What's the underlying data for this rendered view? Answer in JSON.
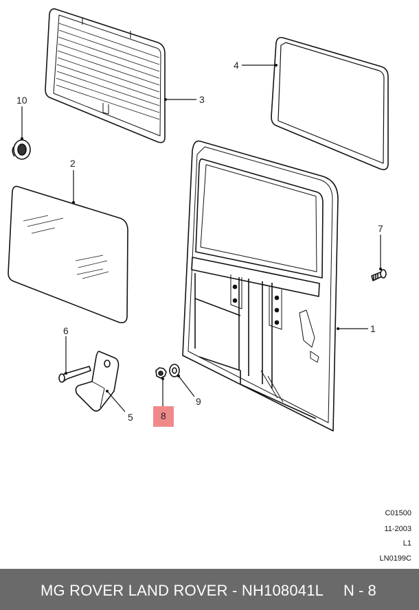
{
  "callouts": {
    "c1": "1",
    "c2": "2",
    "c3": "3",
    "c4": "4",
    "c5": "5",
    "c6": "6",
    "c7": "7",
    "c8": "8",
    "c9": "9",
    "c10": "10"
  },
  "highlighted_callout": "8",
  "highlight_color": "#f08a8a",
  "drawing_codes": {
    "code": "C01500",
    "date": "11-2003",
    "level": "L1",
    "reference": "LN0199C"
  },
  "footer": {
    "title": "MG ROVER LAND ROVER - NH108041L",
    "page": "N - 8"
  },
  "footer_color": "#6a6a6a"
}
